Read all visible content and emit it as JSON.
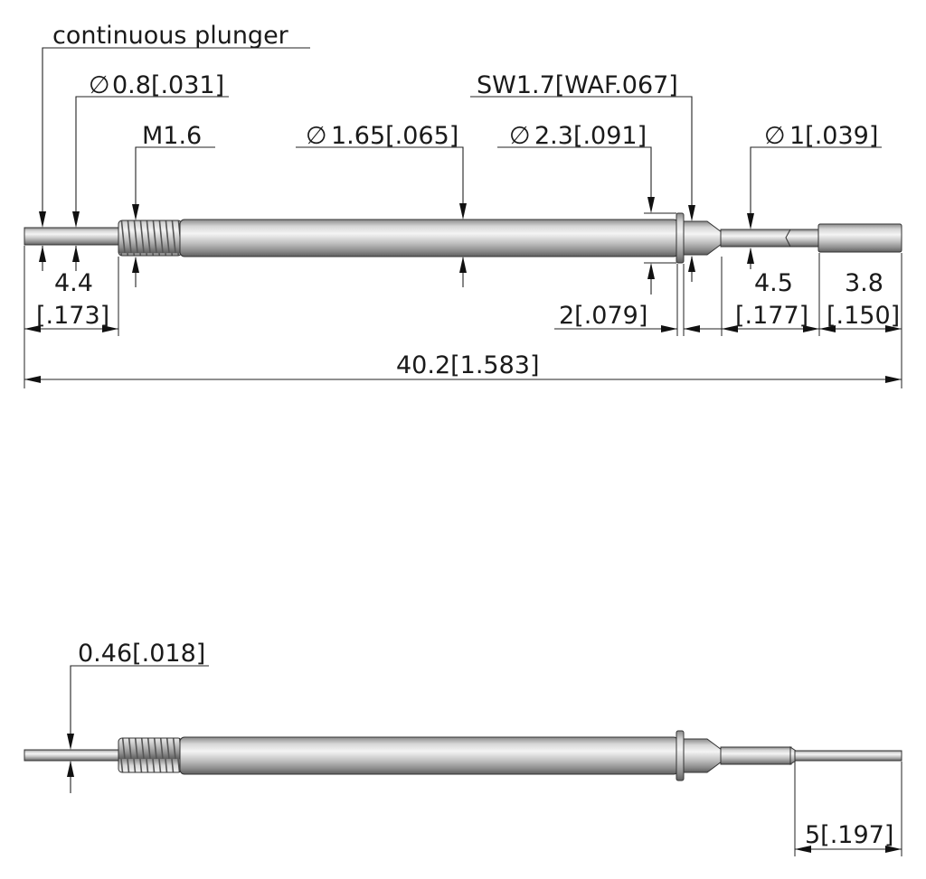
{
  "symbols": {
    "diameter": "∅"
  },
  "top_view": {
    "continuous_plunger": "continuous plunger",
    "tip_diameter": "0.8[.031]",
    "thread": "M1.6",
    "barrel_diameter": "1.65[.065]",
    "collar_diameter": "2.3[.091]",
    "hex_size": "SW1.7[WAF.067]",
    "plunger_diameter": "1[.039]",
    "thread_length_mm": "4.4",
    "thread_length_in": "[.173]",
    "collar_width": "2[.079]",
    "neck_length_mm": "4.5",
    "neck_length_in": "[.177]",
    "tip_length_mm": "3.8",
    "tip_length_in": "[.150]",
    "overall_length": "40.2[1.583]"
  },
  "bottom_view": {
    "tip_diameter": "0.46[.018]",
    "tip_length": "5[.197]"
  },
  "colors": {
    "line": "#222222",
    "metal_light": "#f2f2f2",
    "metal_mid": "#b9b9b9",
    "metal_dark": "#6e6e6e"
  }
}
